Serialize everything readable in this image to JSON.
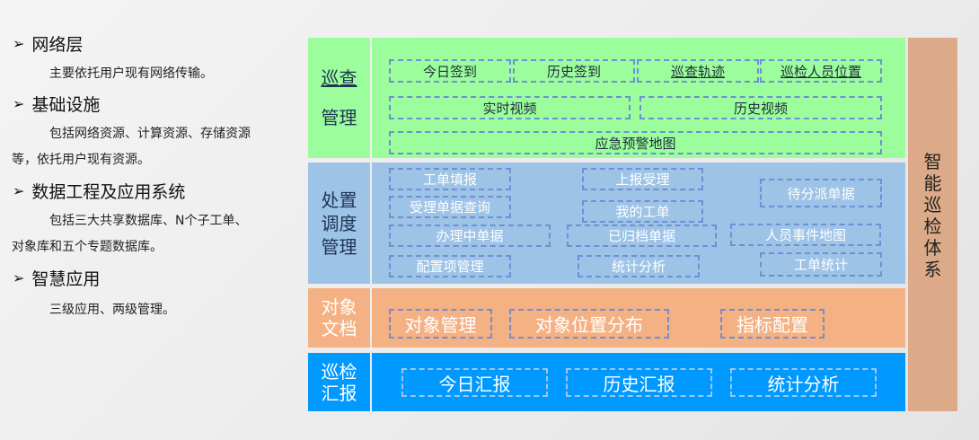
{
  "left": {
    "sections": [
      {
        "heading": "网络层",
        "lines": [
          "主要依托用户现有网络传输。"
        ]
      },
      {
        "heading": "基础设施",
        "lines": [
          "包括网络资源、计算资源、存储资源",
          "等，依托用户现有资源。"
        ]
      },
      {
        "heading": "数据工程及应用系统",
        "lines": [
          "包括三大共享数据库、N个子工单、",
          "对象库和五个专题数据库。"
        ]
      },
      {
        "heading": "智慧应用",
        "lines": [
          "三级应用、两级管理。"
        ]
      }
    ],
    "bullet_icon": "arrow-right-icon"
  },
  "layers": {
    "patrol": {
      "label_lines": [
        "巡查",
        "管理"
      ],
      "items": [
        "今日签到",
        "历史签到",
        "巡查轨迹",
        "巡检人员位置",
        "实时视频",
        "历史视频",
        "应急预警地图"
      ]
    },
    "dispatch": {
      "label_lines": [
        "处置",
        "调度",
        "管理"
      ],
      "items": [
        "工单填报",
        "上报受理",
        "待分派单据",
        "受理单据查询",
        "我的工单",
        "办理中单据",
        "已归档单据",
        "人员事件地图",
        "配置项管理",
        "统计分析",
        "工单统计"
      ]
    },
    "object": {
      "label_lines": [
        "对象",
        "文档"
      ],
      "items": [
        "对象管理",
        "对象位置分布",
        "指标配置"
      ]
    },
    "report": {
      "label_lines": [
        "巡检",
        "汇报"
      ],
      "items": [
        "今日汇报",
        "历史汇报",
        "统计分析"
      ]
    }
  },
  "side_title": [
    "智",
    "能",
    "巡",
    "检",
    "体",
    "系"
  ],
  "colors": {
    "patrol": "#9bfd9b",
    "dispatch": "#9dc3e6",
    "object": "#f4b183",
    "report": "#0099ff",
    "side": "#dcaa88",
    "dash_border": "#6f8fd6"
  }
}
